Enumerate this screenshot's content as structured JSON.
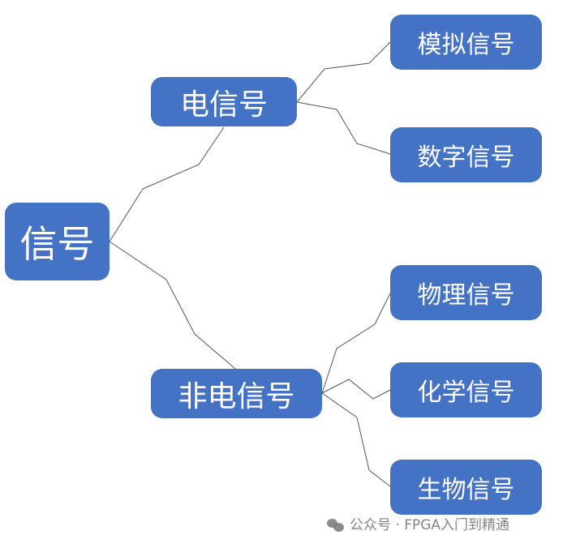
{
  "root": {
    "label": "信号"
  },
  "branches": [
    {
      "label": "电信号",
      "children": [
        "模拟信号",
        "数字信号"
      ]
    },
    {
      "label": "非电信号",
      "children": [
        "物理信号",
        "化学信号",
        "生物信号"
      ]
    }
  ],
  "watermark": {
    "text": "公众号 · FPGA入门到精通",
    "icon": "wechat-icon"
  },
  "colors": {
    "node": "#4472C4",
    "line": "#555555"
  }
}
